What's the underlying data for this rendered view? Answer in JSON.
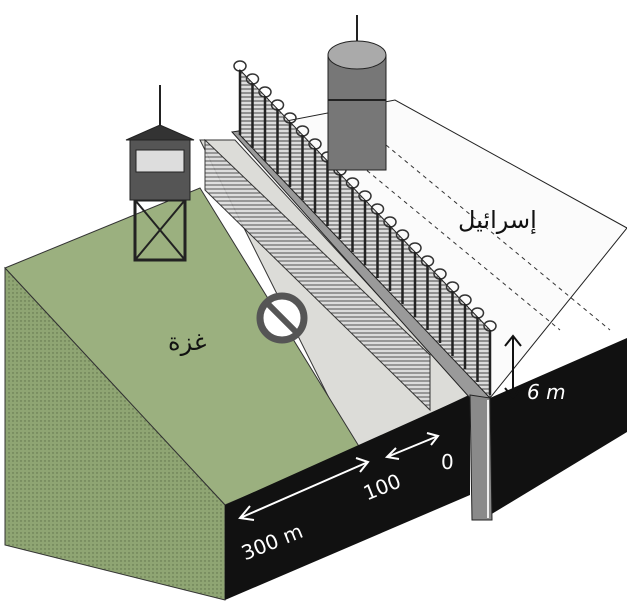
{
  "labels": {
    "israel": "إسرائيل",
    "gaza": "غزة",
    "height": "6 m",
    "distance_300": "300 m",
    "distance_100": "100",
    "distance_0": "0"
  },
  "colors": {
    "grass": "#9bb07f",
    "road": "#dcdcd8",
    "earth": "#111111",
    "wall": "#8a8a8a"
  }
}
